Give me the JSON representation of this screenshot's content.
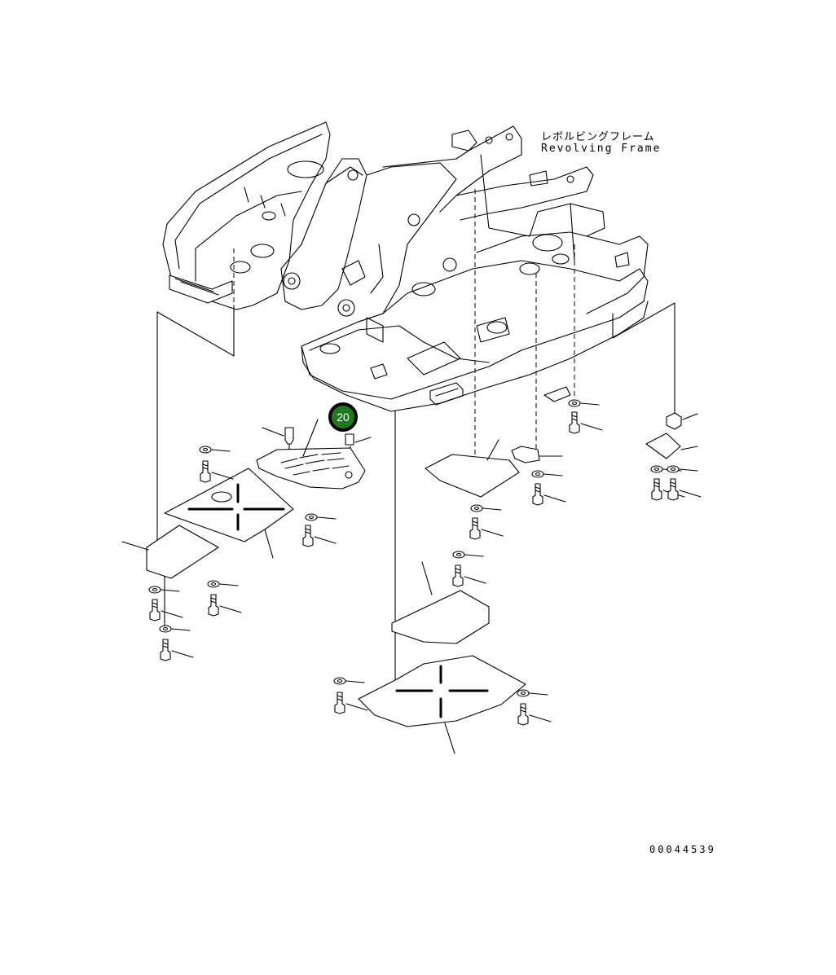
{
  "title_jp": "レボルビングフレーム",
  "title_en": "Revolving Frame",
  "callout_label": "20",
  "drawing_number": "00044539",
  "callout_color": "#1f7a1f"
}
